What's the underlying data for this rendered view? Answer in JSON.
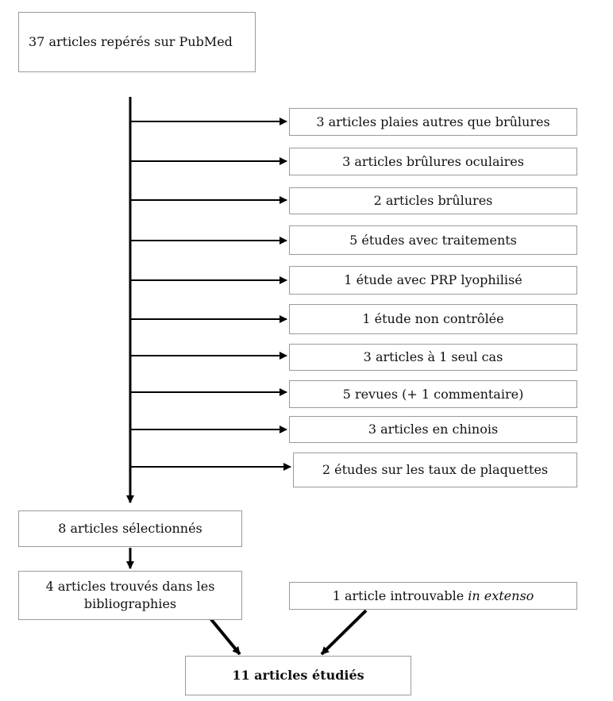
{
  "source": {
    "label": "37 articles repérés sur PubMed"
  },
  "exclusions": [
    {
      "label": "3 articles plaies autres que brûlures"
    },
    {
      "label": "3 articles brûlures oculaires"
    },
    {
      "label": "2 articles brûlures"
    },
    {
      "label": "5 études avec traitements"
    },
    {
      "label": "1 étude avec PRP lyophilisé"
    },
    {
      "label": "1 étude non contrôlée"
    },
    {
      "label": "3 articles à 1 seul cas"
    },
    {
      "label": "5 revues (+ 1 commentaire)"
    },
    {
      "label": "3 articles en chinois"
    },
    {
      "label": "2 études sur les taux de plaquettes"
    }
  ],
  "selected": {
    "label": "8 articles sélectionnés"
  },
  "bibliographies": {
    "label": "4 articles trouvés dans les bibliographies"
  },
  "unavailable": {
    "label_prefix": "1 article introuvable ",
    "label_italic": "in extenso"
  },
  "final": {
    "label": "11 articles étudiés"
  }
}
